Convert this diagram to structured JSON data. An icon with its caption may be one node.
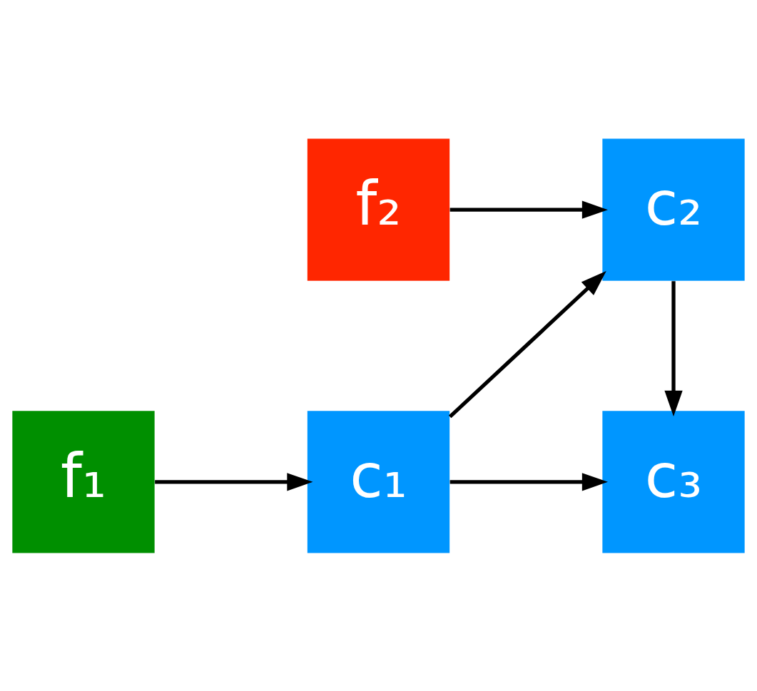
{
  "diagram": {
    "nodes": [
      {
        "text": [
          "f₂"
        ]
      },
      {
        "text": [
          "c₂"
        ]
      },
      {
        "text": [
          "f₁"
        ]
      },
      {
        "text": [
          "c₁"
        ]
      },
      {
        "text": [
          "c₃"
        ]
      }
    ],
    "edges": [
      {
        "from": 0,
        "to": 1,
        "arrow": "to"
      },
      {
        "from": 1,
        "to": 4,
        "arrow": "to"
      },
      {
        "from": 2,
        "to": 3,
        "arrow": "to"
      },
      {
        "from": 3,
        "to": 1,
        "arrow": "to"
      },
      {
        "from": 3,
        "to": 4,
        "arrow": "to"
      }
    ]
  }
}
